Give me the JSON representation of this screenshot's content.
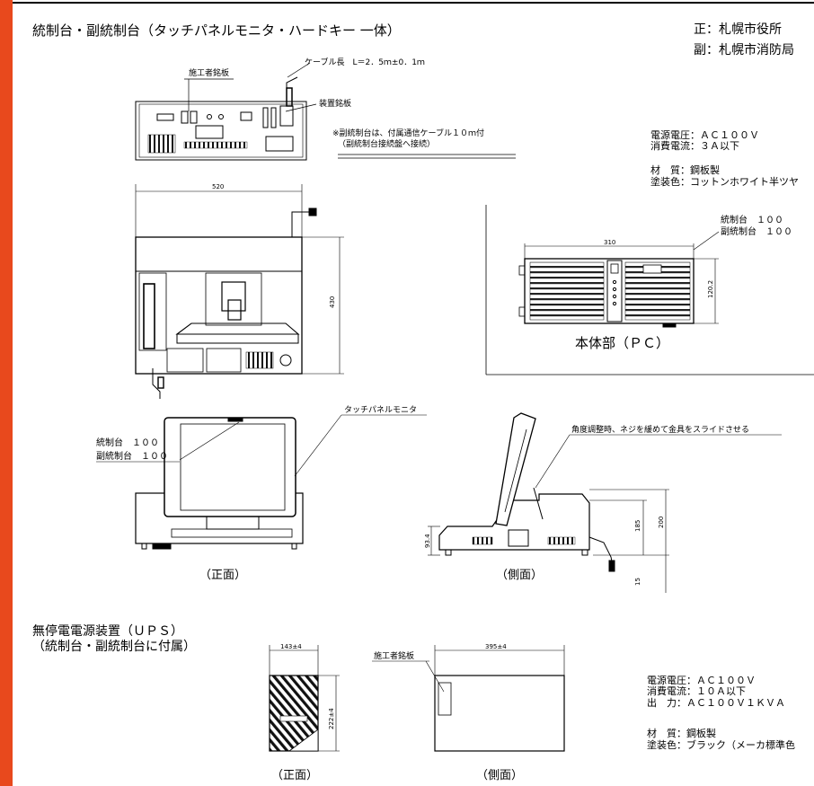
{
  "header": {
    "title": "統制台・副統制台（タッチパネルモニタ・ハードキー 一体）",
    "right_line1": "正：札幌市役所",
    "right_line2": "副：札幌市消防局"
  },
  "console_rear": {
    "cable_length": "ケーブル長　L＝2．5ｍ±0．1ｍ",
    "builder_plate": "施工者銘板",
    "device_plate": "装置銘板",
    "note_line1": "※副統制台は、付属通信ケーブル１０ｍ付",
    "note_line2": "（副統制台接続盤へ接続）"
  },
  "console_top": {
    "width_dim": "520",
    "depth_dim": "430"
  },
  "console_spec": {
    "voltage": "電源電圧：ＡＣ１００Ｖ",
    "current": "消費電流：３Ａ以下",
    "material": "材　質：鋼板製",
    "paint": "塗装色：コットンホワイト半ツヤ"
  },
  "pc_unit": {
    "qty_main": "統制台　１００",
    "qty_sub": "副統制台　１００",
    "width_dim": "310",
    "height_dim": "120.2",
    "label": "本体部（ＰＣ）"
  },
  "console_front": {
    "monitor_label": "タッチパネルモニタ",
    "qty_main": "統制台　１００",
    "qty_sub": "副統制台　１００",
    "caption": "（正面）"
  },
  "console_side": {
    "angle_note": "角度調整時、ネジを緩めて金具をスライドさせる",
    "dim_base": "93.4",
    "dim_185": "185",
    "dim_200": "200",
    "dim_15": "15",
    "caption": "（側面）"
  },
  "ups": {
    "title_line1": "無停電電源装置（ＵＰＳ）",
    "title_line2": "（統制台・副統制台に付属）",
    "front_width_dim": "143±4",
    "front_height_dim": "222±4",
    "builder_plate": "施工者銘板",
    "side_width_dim": "395±4",
    "front_caption": "（正面）",
    "side_caption": "（側面）"
  },
  "ups_spec": {
    "voltage": "電源電圧：ＡＣ１００Ｖ",
    "current": "消費電流：１０Ａ以下",
    "output": "出　力：ＡＣ１００Ｖ１ＫＶＡ",
    "material": "材　質：鋼板製",
    "paint": "塗装色：ブラック（メーカ標準色"
  },
  "colors": {
    "accent_bar": "#e8491d",
    "line": "#000000"
  }
}
